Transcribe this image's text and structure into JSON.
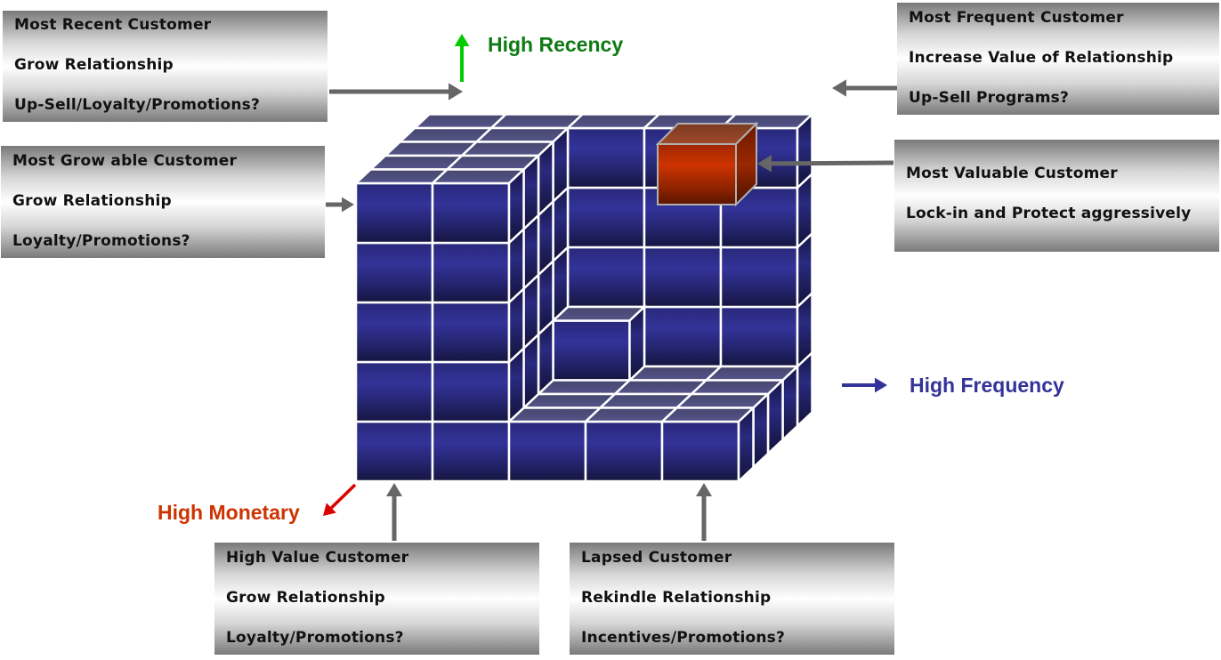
{
  "title": "RFM Customer Segmentation Cube",
  "axes": {
    "recency": {
      "label": "High Recency",
      "color": "#0e7a14",
      "arrow_color": "#00cc00"
    },
    "frequency": {
      "label": "High Frequency",
      "color": "#333399",
      "arrow_color": "#333399"
    },
    "monetary": {
      "label": "High Monetary",
      "color": "#cc3300",
      "arrow_color": "#dd0000"
    }
  },
  "callouts": [
    {
      "id": "most-recent",
      "lines": [
        "Most Recent Customer",
        "Grow Relationship",
        " Up-Sell/Loyalty/Promotions?"
      ]
    },
    {
      "id": "most-growable",
      "lines": [
        "Most Grow able Customer",
        "Grow Relationship",
        "Loyalty/Promotions?"
      ]
    },
    {
      "id": "most-frequent",
      "lines": [
        "Most Frequent Customer",
        "Increase Value of Relationship",
        "Up-Sell Programs?"
      ]
    },
    {
      "id": "most-valuable",
      "lines": [
        "Most Valuable Customer",
        "Lock-in and Protect aggressively"
      ]
    },
    {
      "id": "high-value",
      "lines": [
        "High Value Customer",
        "Grow Relationship",
        "Loyalty/Promotions?"
      ]
    },
    {
      "id": "lapsed",
      "lines": [
        "Lapsed Customer",
        "Rekindle Relationship",
        "Incentives/Promotions?"
      ]
    }
  ],
  "colors": {
    "cube_front_light": "#333399",
    "cube_front_dark": "#161640",
    "cube_top": "#4a4a7a",
    "cube_side": "#24246b",
    "highlight_cube": "#cc3300",
    "connector": "#666666",
    "grid_line": "#ffffff"
  },
  "highlight": {
    "label": "Most Valuable Customer cell"
  }
}
